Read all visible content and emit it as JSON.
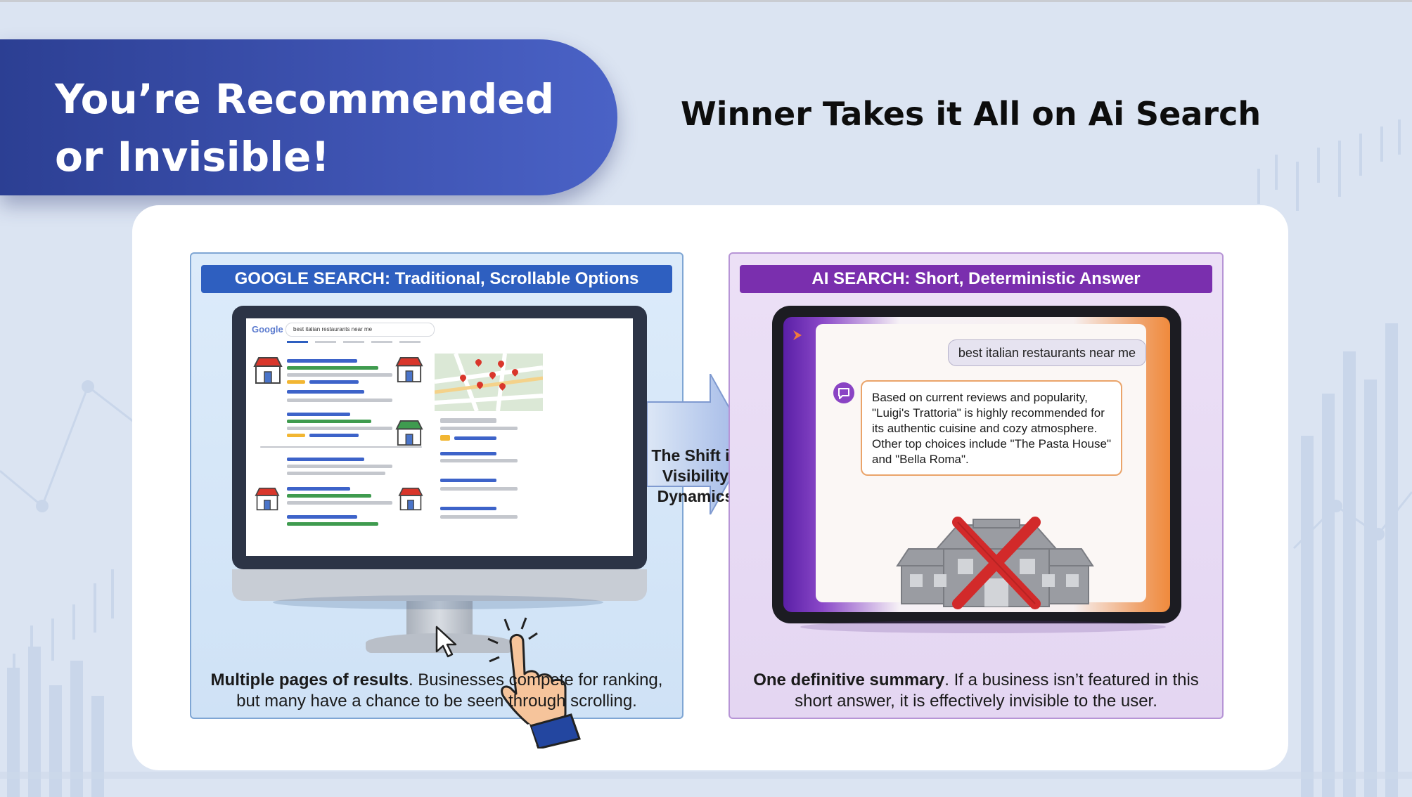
{
  "title": "You’re Recommended or Invisible!",
  "subtitle": "Winner Takes it All on Ai Search",
  "google_panel": {
    "header": "GOOGLE SEARCH: Traditional, Scrollable Options",
    "logo": "Google",
    "search_query": "best italian restaurants near me",
    "caption_bold": "Multiple pages of results",
    "caption_rest": ". Businesses compete for ranking, but many have a chance to be seen through scrolling."
  },
  "arrow_label": "The Shift in Visibility Dynamics",
  "ai_panel": {
    "header": "AI SEARCH: Short, Deterministic Answer",
    "query": "best italian restaurants near me",
    "answer": "Based on current reviews and popularity, \"Luigi's Trattoria\" is highly recommended for its authentic cuisine and cozy atmosphere. Other top choices include \"The Pasta House\" and \"Bella Roma\".",
    "caption_bold": "One definitive summary",
    "caption_rest": ". If a business isn’t featured in this short answer, it is effectively invisible to the user."
  },
  "colors": {
    "title_pill": "#3d52b0",
    "google_header": "#2e5fc0",
    "ai_header": "#7a2fae",
    "background": "#dbe4f2"
  },
  "icons": [
    "store-icon",
    "map-icon",
    "cursor-icon",
    "pointing-hand-icon",
    "shift-arrow-icon",
    "chat-icon",
    "crossed-out-restaurant-icon"
  ]
}
